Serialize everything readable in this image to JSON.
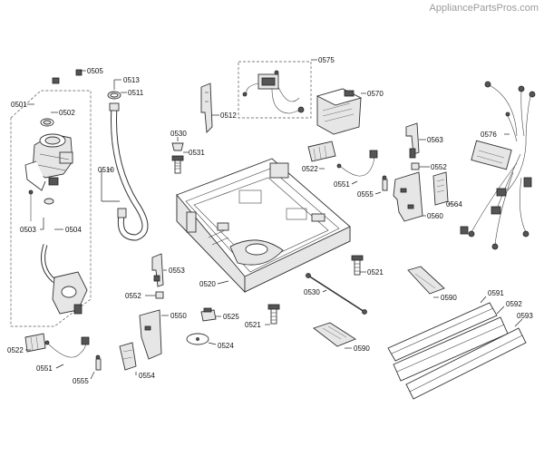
{
  "watermark": "AppliancePartsPros.com",
  "labels": {
    "l0505": "0505",
    "l0513": "0513",
    "l0511": "0511",
    "l0575": "0575",
    "l0501": "0501",
    "l0502": "0502",
    "l0570": "0570",
    "l0512": "0512",
    "l0530a": "0530",
    "l0531": "0531",
    "l0576": "0576",
    "l0563": "0563",
    "l0510": "0510",
    "l0522a": "0522",
    "l0552a": "0552",
    "l0551a": "0551",
    "l0555a": "0555",
    "l0564": "0564",
    "l0560": "0560",
    "l0503": "0503",
    "l0504": "0504",
    "l0553": "0553",
    "l0521a": "0521",
    "l0552b": "0552",
    "l0520": "0520",
    "l0530b": "0530",
    "l0590a": "0590",
    "l0591": "0591",
    "l0592": "0592",
    "l0593": "0593",
    "l0550": "0550",
    "l0525": "0525",
    "l0521b": "0521",
    "l0524": "0524",
    "l0590b": "0590",
    "l0522b": "0522",
    "l0551b": "0551",
    "l0554": "0554",
    "l0555b": "0555"
  }
}
